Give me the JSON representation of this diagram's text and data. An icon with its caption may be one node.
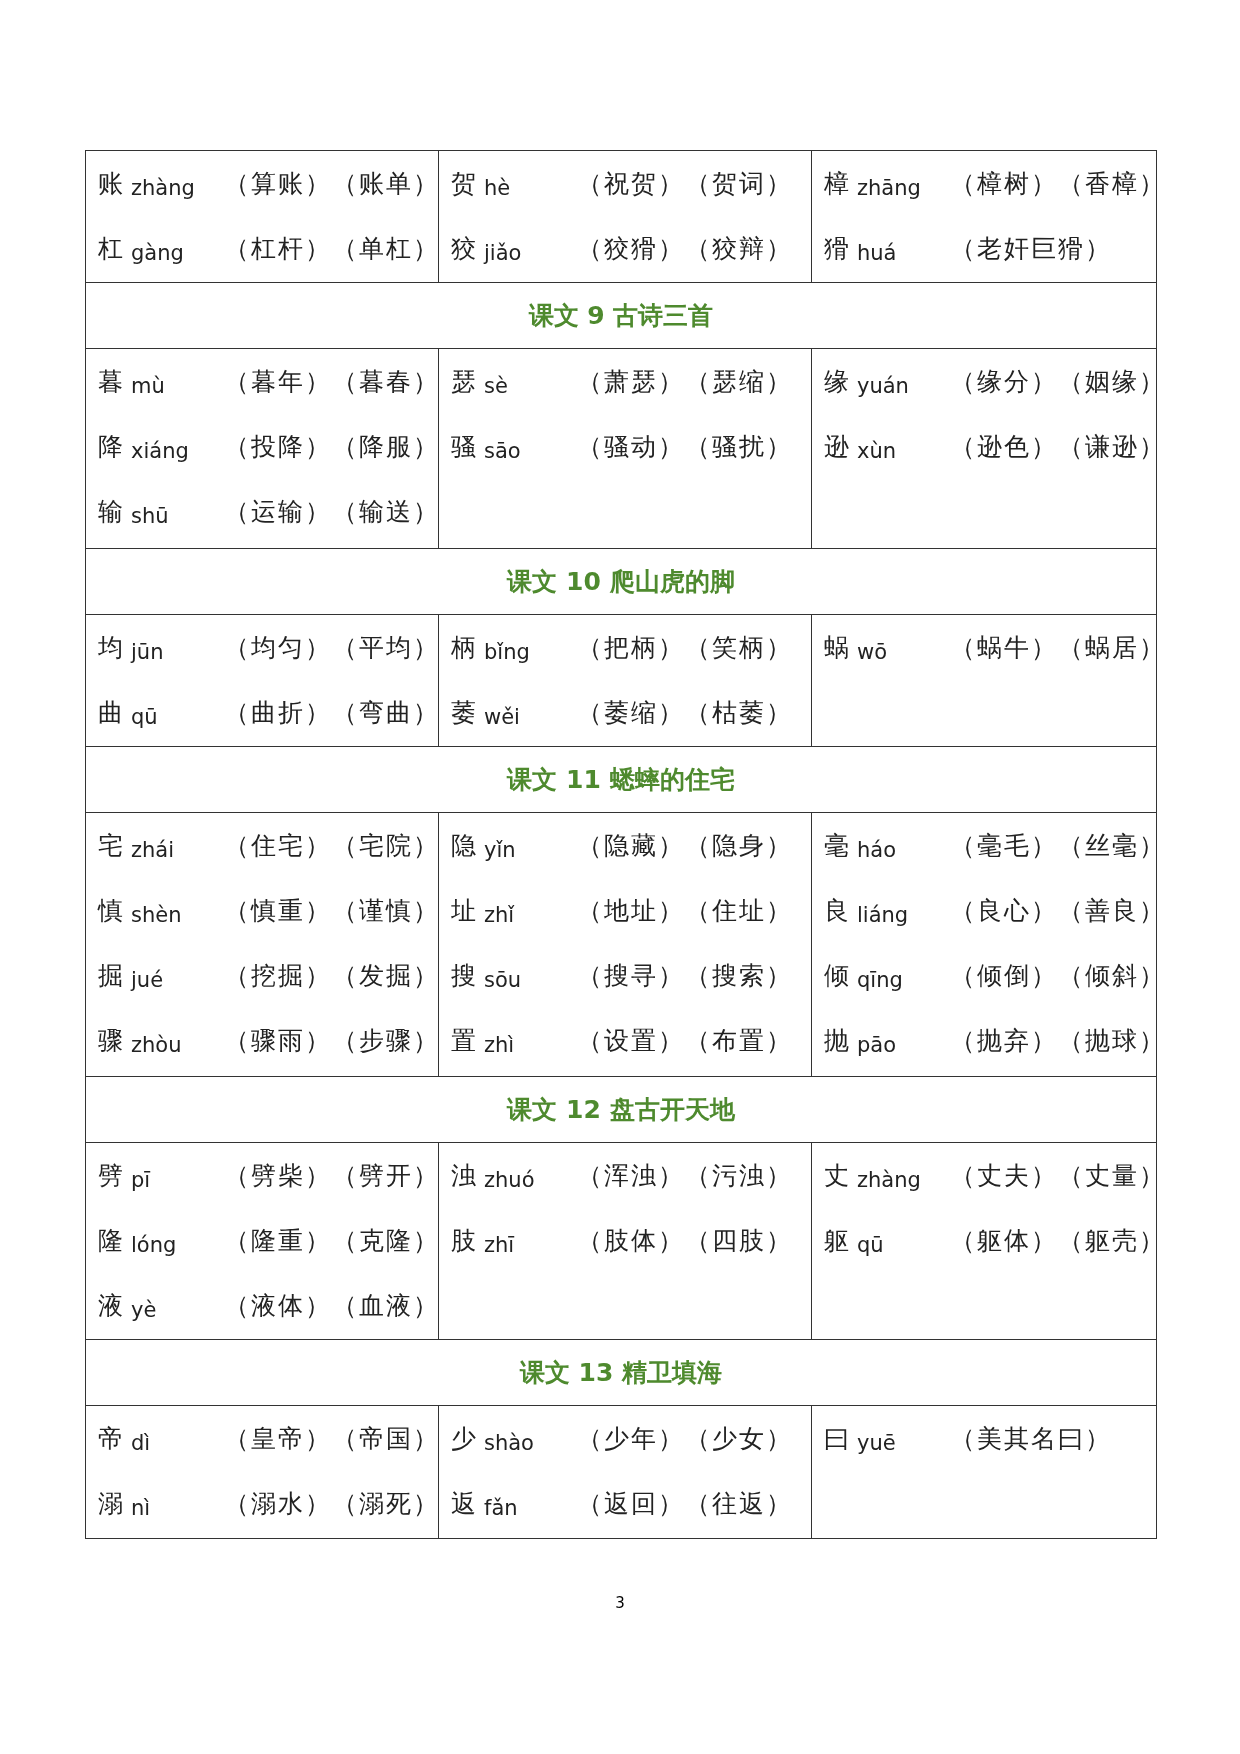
{
  "diagram": {
    "labels": [
      "账",
      "zhàng",
      "（算账）（账单）",
      "杠",
      "gàng",
      "（杠杆）（单杠）",
      "贺",
      "hè",
      "（祝贺）（贺词）",
      "狡",
      "jiǎo",
      "（狡猾）（狡辩）",
      "樟",
      "zhāng",
      "（樟树）（香樟）",
      "猾",
      "huá",
      "（老奸巨猾）",
      "课文 9 古诗三首",
      "暮",
      "mù",
      "（暮年）（暮春）",
      "降",
      "xiáng",
      "（投降）（降服）",
      "输",
      "shū",
      "（运输）（输送）",
      "瑟",
      "sè",
      "（萧瑟）（瑟缩）",
      "骚",
      "sāo",
      "（骚动）（骚扰）",
      "缘",
      "yuán",
      "（缘分）（姻缘）",
      "逊",
      "xùn",
      "（逊色）（谦逊）",
      "课文 10 爬山虎的脚",
      "均",
      "jūn",
      "（均匀）（平均）",
      "曲",
      "qū",
      "（曲折）（弯曲）",
      "柄",
      "bǐng",
      "（把柄）（笑柄）",
      "萎",
      "wěi",
      "（萎缩）（枯萎）",
      "蜗",
      "wō",
      "（蜗牛）（蜗居）",
      "课文 11 蟋蟀的住宅",
      "宅",
      "zhái",
      "（住宅）（宅院）",
      "慎",
      "shèn",
      "（慎重）（谨慎）",
      "掘",
      "jué",
      "（挖掘）（发掘）",
      "骤",
      "zhòu",
      "（骤雨）（步骤）",
      "隐",
      "yǐn",
      "（隐藏）（隐身）",
      "址",
      "zhǐ",
      "（地址）（住址）",
      "搜",
      "sōu",
      "（搜寻）（搜索）",
      "置",
      "zhì",
      "（设置）（布置）",
      "毫",
      "háo",
      "（毫毛）（丝毫）",
      "良",
      "liáng",
      "（良心）（善良）",
      "倾",
      "qīng",
      "（倾倒）（倾斜）",
      "抛",
      "pāo",
      "（抛弃）（抛球）",
      "课文 12 盘古开天地",
      "劈",
      "pī",
      "（劈柴）（劈开）",
      "隆",
      "lóng",
      "（隆重）（克隆）",
      "液",
      "yè",
      "（液体）（血液）",
      "浊",
      "zhuó",
      "（浑浊）（污浊）",
      "肢",
      "zhī",
      "（肢体）（四肢）",
      "丈",
      "zhàng",
      "（丈夫）（丈量）",
      "躯",
      "qū",
      "（躯体）（躯壳）",
      "课文 13 精卫填海",
      "帝",
      "dì",
      "（皇帝）（帝国）",
      "溺",
      "nì",
      "（溺水）（溺死）",
      "少",
      "shào",
      "（少年）（少女）",
      "返",
      "fǎn",
      "（返回）（往返）",
      "曰",
      "yuē",
      "（美其名曰）",
      "3"
    ]
  }
}
